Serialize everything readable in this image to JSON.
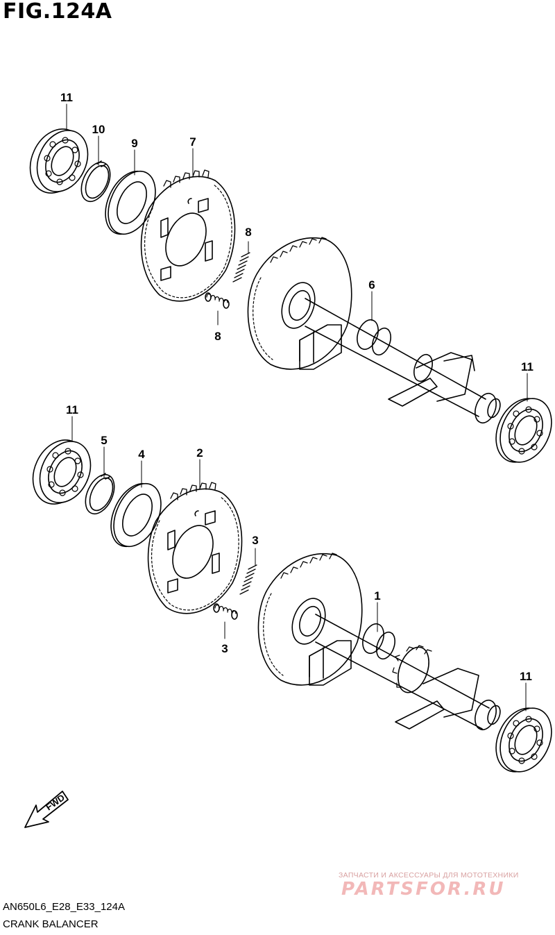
{
  "figure": {
    "title": "FIG.124A",
    "code": "AN650L6_E28_E33_124A",
    "name": "CRANK BALANCER"
  },
  "direction_label": "FWD",
  "callouts": {
    "top": {
      "bearing_left": "11",
      "circlip": "10",
      "washer": "9",
      "gear": "7",
      "spring_upper": "8",
      "spring_lower": "8",
      "shaft": "6",
      "bearing_right": "11"
    },
    "bottom": {
      "bearing_left": "11",
      "circlip": "5",
      "washer": "4",
      "gear": "2",
      "spring_upper": "3",
      "spring_lower": "3",
      "shaft": "1",
      "bearing_right": "11"
    }
  },
  "watermark": {
    "subtitle": "ЗАПЧАСТИ И АКСЕССУАРЫ ДЛЯ МОТОТЕХНИКИ",
    "logo": "PARTSFOR.RU"
  },
  "colors": {
    "line": "#000000",
    "watermark": "#f2b8b8"
  }
}
